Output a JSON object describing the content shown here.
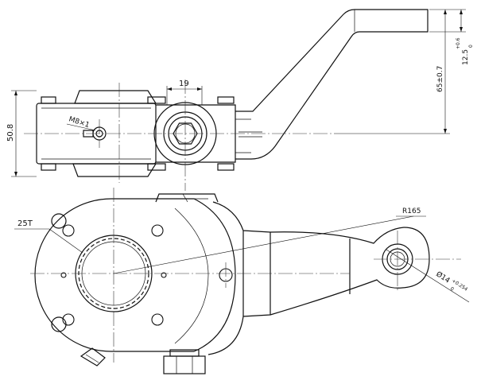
{
  "dimensions": {
    "width_19": "19",
    "height_50_8": "50.8",
    "offset_65": "65±0.7",
    "offset_12_5": "12.5",
    "offset_12_5_tol_upper": "+0.6",
    "offset_12_5_tol_lower": "0",
    "thread_m8": "M8×1",
    "teeth_25t": "25T",
    "radius_r165": "R165",
    "bore_14": "Ø14",
    "bore_14_tol_upper": "+0.254",
    "bore_14_tol_lower": "0"
  }
}
